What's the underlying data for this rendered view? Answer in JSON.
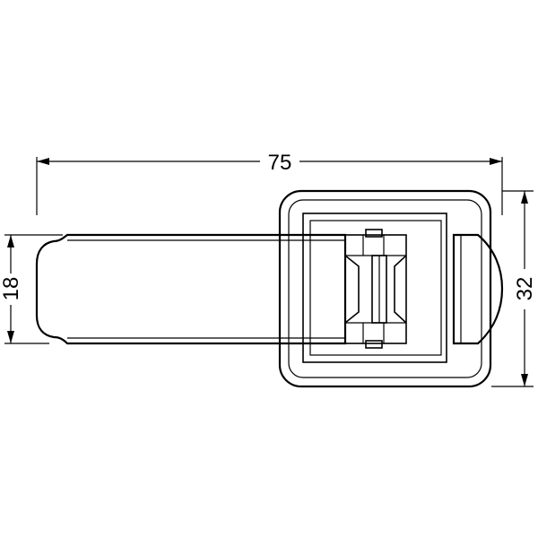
{
  "dimensions": {
    "overall_length": "75",
    "latch_height": "18",
    "base_height": "32"
  },
  "colors": {
    "line": "#000000",
    "background": "#ffffff"
  }
}
